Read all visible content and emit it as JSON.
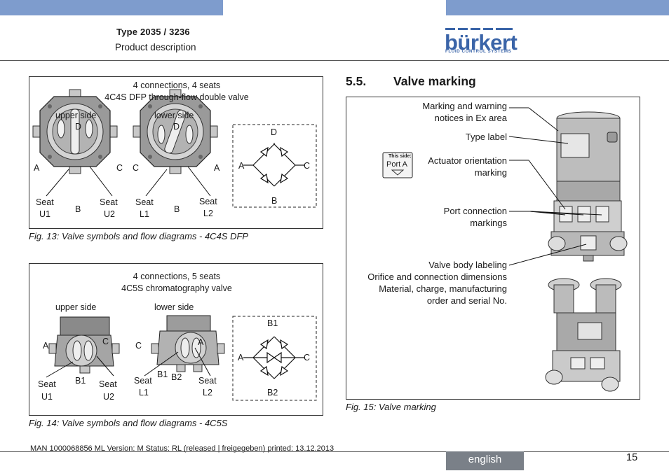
{
  "header": {
    "doc_title": "Type 2035 / 3236",
    "doc_subtitle": "Product description",
    "logo_text": "bürkert",
    "logo_tagline": "FLUID CONTROL SYSTEMS"
  },
  "fig13": {
    "title_line1": "4 connections, 4 seats",
    "title_line2": "4C4S DFP through-flow double valve",
    "upper_side": "upper side",
    "lower_side": "lower side",
    "caption": "Fig. 13:   Valve symbols and flow diagrams - 4C4S DFP",
    "upper_labels": {
      "top": "D",
      "left": "A",
      "right": "C",
      "bottom": "B",
      "seat_left_1": "Seat",
      "seat_left_2": "U1",
      "seat_right_1": "Seat",
      "seat_right_2": "U2"
    },
    "lower_labels": {
      "top": "D",
      "left": "C",
      "right": "A",
      "bottom": "B",
      "seat_left_1": "Seat",
      "seat_left_2": "L1",
      "seat_right_1": "Seat",
      "seat_right_2": "L2"
    },
    "diagram_labels": {
      "top": "D",
      "left": "A",
      "right": "C",
      "bottom": "B"
    }
  },
  "fig14": {
    "title_line1": "4 connections, 5 seats",
    "title_line2": "4C5S chromatography valve",
    "upper_side": "upper side",
    "lower_side": "lower side",
    "caption": "Fig. 14:   Valve symbols and flow diagrams - 4C5S",
    "upper_labels": {
      "left": "A",
      "right": "C",
      "bottom": "B1",
      "seat_left_1": "Seat",
      "seat_left_2": "U1",
      "seat_right_1": "Seat",
      "seat_right_2": "U2"
    },
    "lower_labels": {
      "left": "C",
      "right": "A",
      "bottom_1": "B1",
      "bottom_2": "B2",
      "seat_left_1": "Seat",
      "seat_left_2": "L1",
      "seat_right_1": "Seat",
      "seat_right_2": "L2"
    },
    "diagram_labels": {
      "top": "B1",
      "left": "A",
      "right": "C",
      "bottom": "B2"
    }
  },
  "section": {
    "number": "5.5.",
    "title": "Valve marking",
    "callout_1_line1": "Marking and warning",
    "callout_1_line2": "notices in Ex area",
    "callout_2": "Type label",
    "callout_3_line1": "Actuator orientation",
    "callout_3_line2": "marking",
    "callout_4_line1": "Port connection",
    "callout_4_line2": "markings",
    "callout_5_line1": "Valve body labeling",
    "callout_5_line2": "Orifice and connection dimensions",
    "callout_5_line3": "Material, charge, manufacturing",
    "callout_5_line4": "order and serial No.",
    "badge_top": "This side:",
    "badge_main": "Port A",
    "caption": "Fig. 15:   Valve marking"
  },
  "footer": {
    "text": "MAN  1000068856  ML  Version: M Status: RL (released | freigegeben)  printed: 13.12.2013",
    "language": "english",
    "page_number": "15"
  },
  "colors": {
    "accent_bar": "#7e9ccd",
    "logo": "#3a64a8",
    "lang_box": "#7a8088"
  }
}
